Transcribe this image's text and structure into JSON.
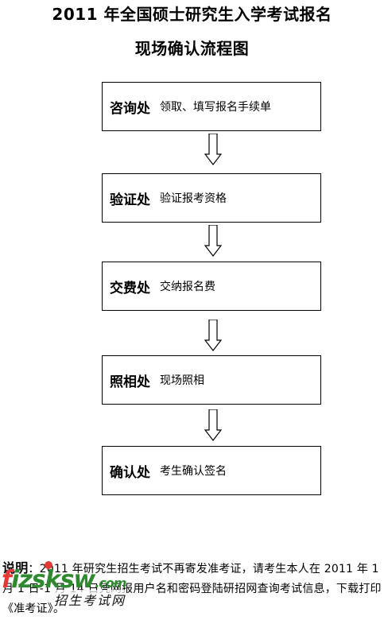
{
  "title": {
    "line1": "2011 年全国硕士研究生入学考试报名",
    "line2": "现场确认流程图"
  },
  "steps": [
    {
      "name": "咨询处",
      "desc": "领取、填写报名手续单"
    },
    {
      "name": "验证处",
      "desc": "验证报考资格"
    },
    {
      "name": "交费处",
      "desc": "交纳报名费"
    },
    {
      "name": "照相处",
      "desc": "现场照相"
    },
    {
      "name": "确认处",
      "desc": "考生确认签名"
    }
  ],
  "note": {
    "label": "说明",
    "text": "：2011 年研究生招生考试不再寄发准考证，请考生本人在 2011 年 1 月 1 日-1 月 14 日凭网报用户名和密码登陆研招网查询考试信息，下载打印《准考证》。"
  },
  "watermark": {
    "logo_f": "f",
    "logo_rest": "izsksw",
    "logo_com": ".com",
    "subtitle": "招生考试网"
  }
}
